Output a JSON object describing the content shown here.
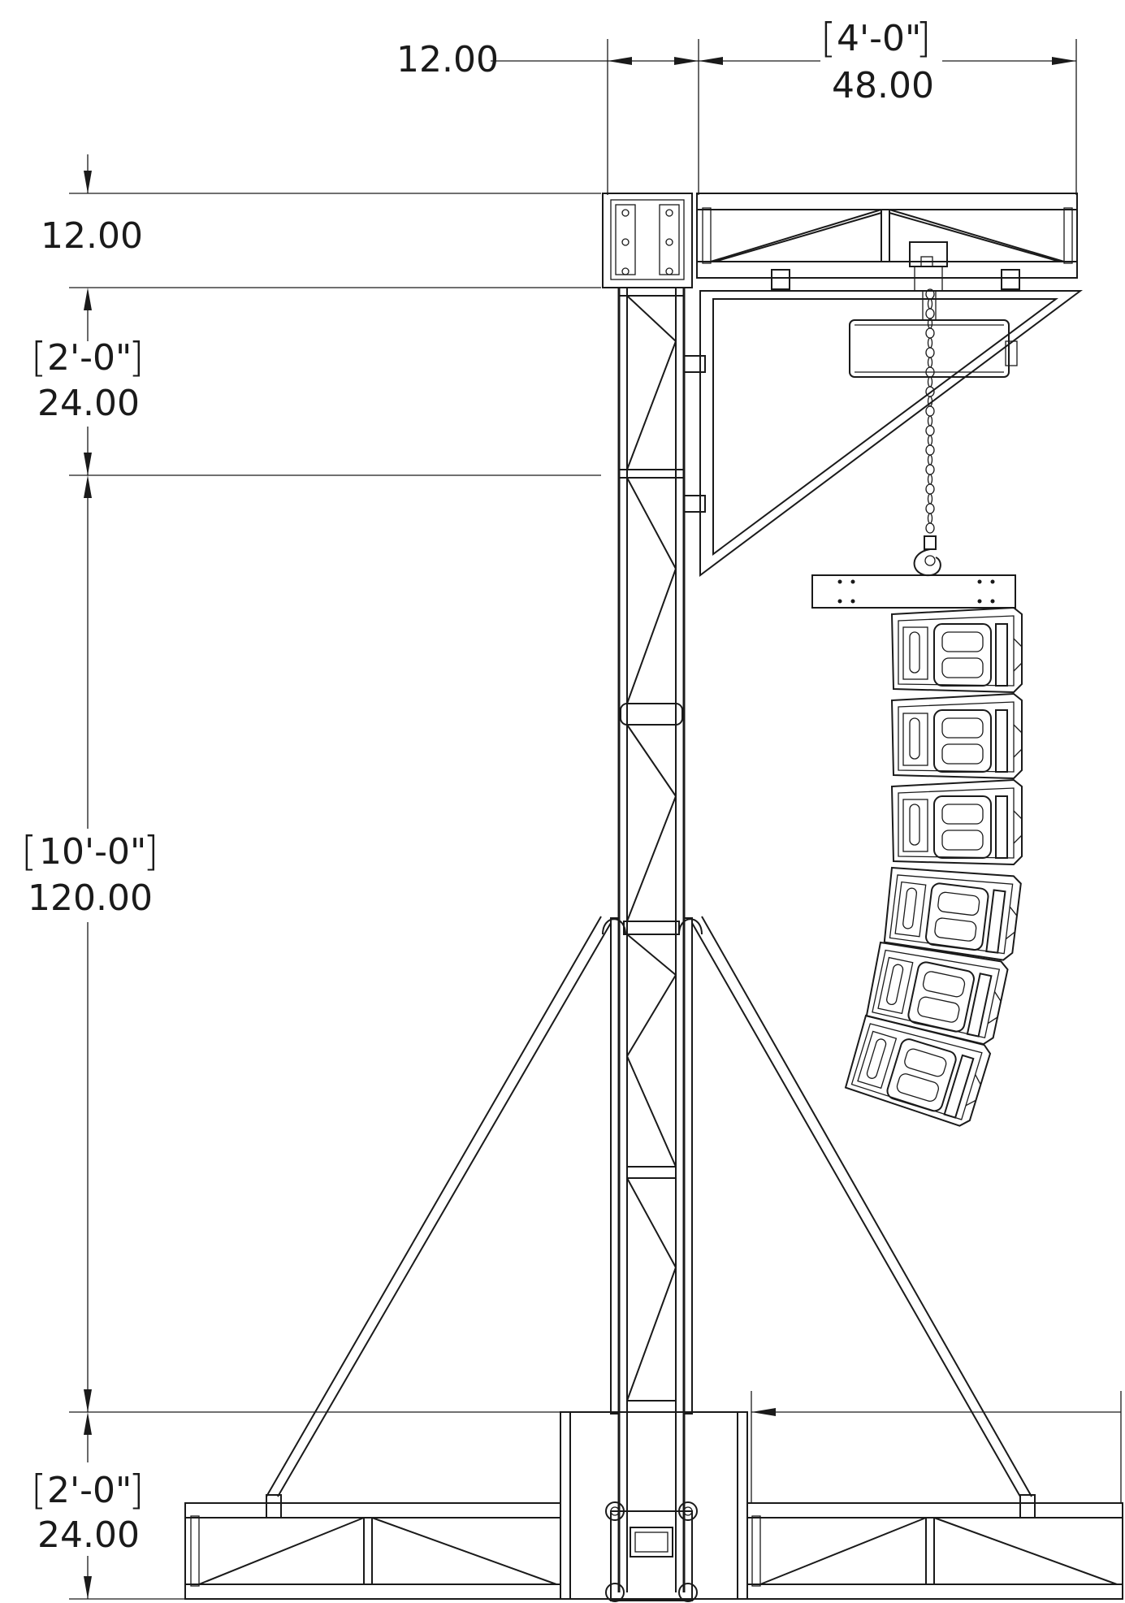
{
  "dimensions": {
    "top_offset": {
      "value": "12.00"
    },
    "top_span": {
      "feet": "4'-0\"",
      "value": "48.00"
    },
    "left_top": {
      "value": "12.00"
    },
    "left_mid": {
      "feet": "2'-0\"",
      "value": "24.00"
    },
    "left_main": {
      "feet": "10'-0\"",
      "value": "120.00"
    },
    "left_base": {
      "feet": "2'-0\"",
      "value": "24.00"
    }
  },
  "colors": {
    "line": "#1a1a1a",
    "background": "#ffffff"
  },
  "icons": [
    "speaker-cabinet-icon",
    "chain-hoist-icon",
    "hook-icon",
    "truss-tower-icon"
  ]
}
